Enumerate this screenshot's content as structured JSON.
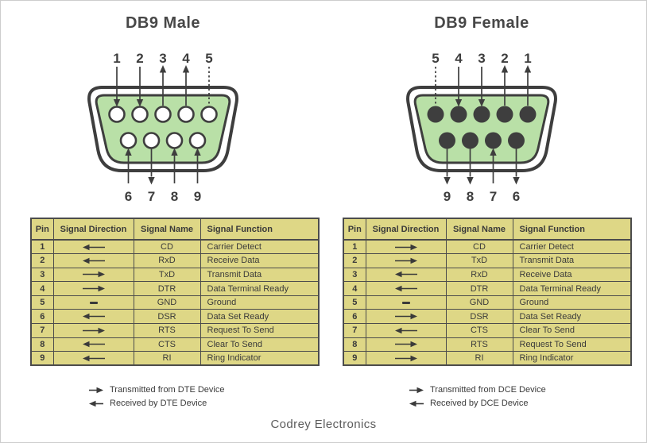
{
  "brand": "Codrey Electronics",
  "colors": {
    "connector_green": "#b9e0a7",
    "outline": "#3e3e3e",
    "table_bg": "#ded786",
    "table_border": "#4c4c4c",
    "text_dark": "#3a3a3a",
    "title_gray": "#474747",
    "brand_gray": "#5c5c5c",
    "page_border": "#cdcdcd"
  },
  "table_headers": [
    "Pin",
    "Signal Direction",
    "Signal Name",
    "Signal Function"
  ],
  "connectors": [
    {
      "title": "DB9 Male",
      "gender": "male",
      "top_pins": [
        "1",
        "2",
        "3",
        "4",
        "5"
      ],
      "bottom_pins": [
        "6",
        "7",
        "8",
        "9"
      ],
      "diagram_directions": {
        "1": "in",
        "2": "in",
        "3": "out",
        "4": "out",
        "5": "none",
        "6": "in",
        "7": "out",
        "8": "in",
        "9": "in"
      },
      "rows": [
        {
          "pin": "1",
          "direction": "in",
          "name": "CD",
          "function": "Carrier Detect"
        },
        {
          "pin": "2",
          "direction": "in",
          "name": "RxD",
          "function": "Receive Data"
        },
        {
          "pin": "3",
          "direction": "out",
          "name": "TxD",
          "function": "Transmit Data"
        },
        {
          "pin": "4",
          "direction": "out",
          "name": "DTR",
          "function": "Data Terminal Ready"
        },
        {
          "pin": "5",
          "direction": "gnd",
          "name": "GND",
          "function": "Ground"
        },
        {
          "pin": "6",
          "direction": "in",
          "name": "DSR",
          "function": "Data Set Ready"
        },
        {
          "pin": "7",
          "direction": "out",
          "name": "RTS",
          "function": "Request To Send"
        },
        {
          "pin": "8",
          "direction": "in",
          "name": "CTS",
          "function": "Clear To Send"
        },
        {
          "pin": "9",
          "direction": "in",
          "name": "RI",
          "function": "Ring Indicator"
        }
      ],
      "legend": [
        {
          "direction": "out",
          "label": "Transmitted from DTE Device"
        },
        {
          "direction": "in",
          "label": "Received by DTE Device"
        }
      ]
    },
    {
      "title": "DB9 Female",
      "gender": "female",
      "top_pins": [
        "5",
        "4",
        "3",
        "2",
        "1"
      ],
      "bottom_pins": [
        "9",
        "8",
        "7",
        "6"
      ],
      "diagram_directions": {
        "1": "out",
        "2": "out",
        "3": "in",
        "4": "in",
        "5": "none",
        "6": "out",
        "7": "in",
        "8": "out",
        "9": "out"
      },
      "rows": [
        {
          "pin": "1",
          "direction": "out",
          "name": "CD",
          "function": "Carrier Detect"
        },
        {
          "pin": "2",
          "direction": "out",
          "name": "TxD",
          "function": "Transmit Data"
        },
        {
          "pin": "3",
          "direction": "in",
          "name": "RxD",
          "function": "Receive Data"
        },
        {
          "pin": "4",
          "direction": "in",
          "name": "DTR",
          "function": "Data Terminal Ready"
        },
        {
          "pin": "5",
          "direction": "gnd",
          "name": "GND",
          "function": "Ground"
        },
        {
          "pin": "6",
          "direction": "out",
          "name": "DSR",
          "function": "Data Set Ready"
        },
        {
          "pin": "7",
          "direction": "in",
          "name": "CTS",
          "function": "Clear To Send"
        },
        {
          "pin": "8",
          "direction": "out",
          "name": "RTS",
          "function": "Request To Send"
        },
        {
          "pin": "9",
          "direction": "out",
          "name": "RI",
          "function": "Ring Indicator"
        }
      ],
      "legend": [
        {
          "direction": "out",
          "label": "Transmitted from DCE Device"
        },
        {
          "direction": "in",
          "label": "Received by DCE Device"
        }
      ]
    }
  ]
}
